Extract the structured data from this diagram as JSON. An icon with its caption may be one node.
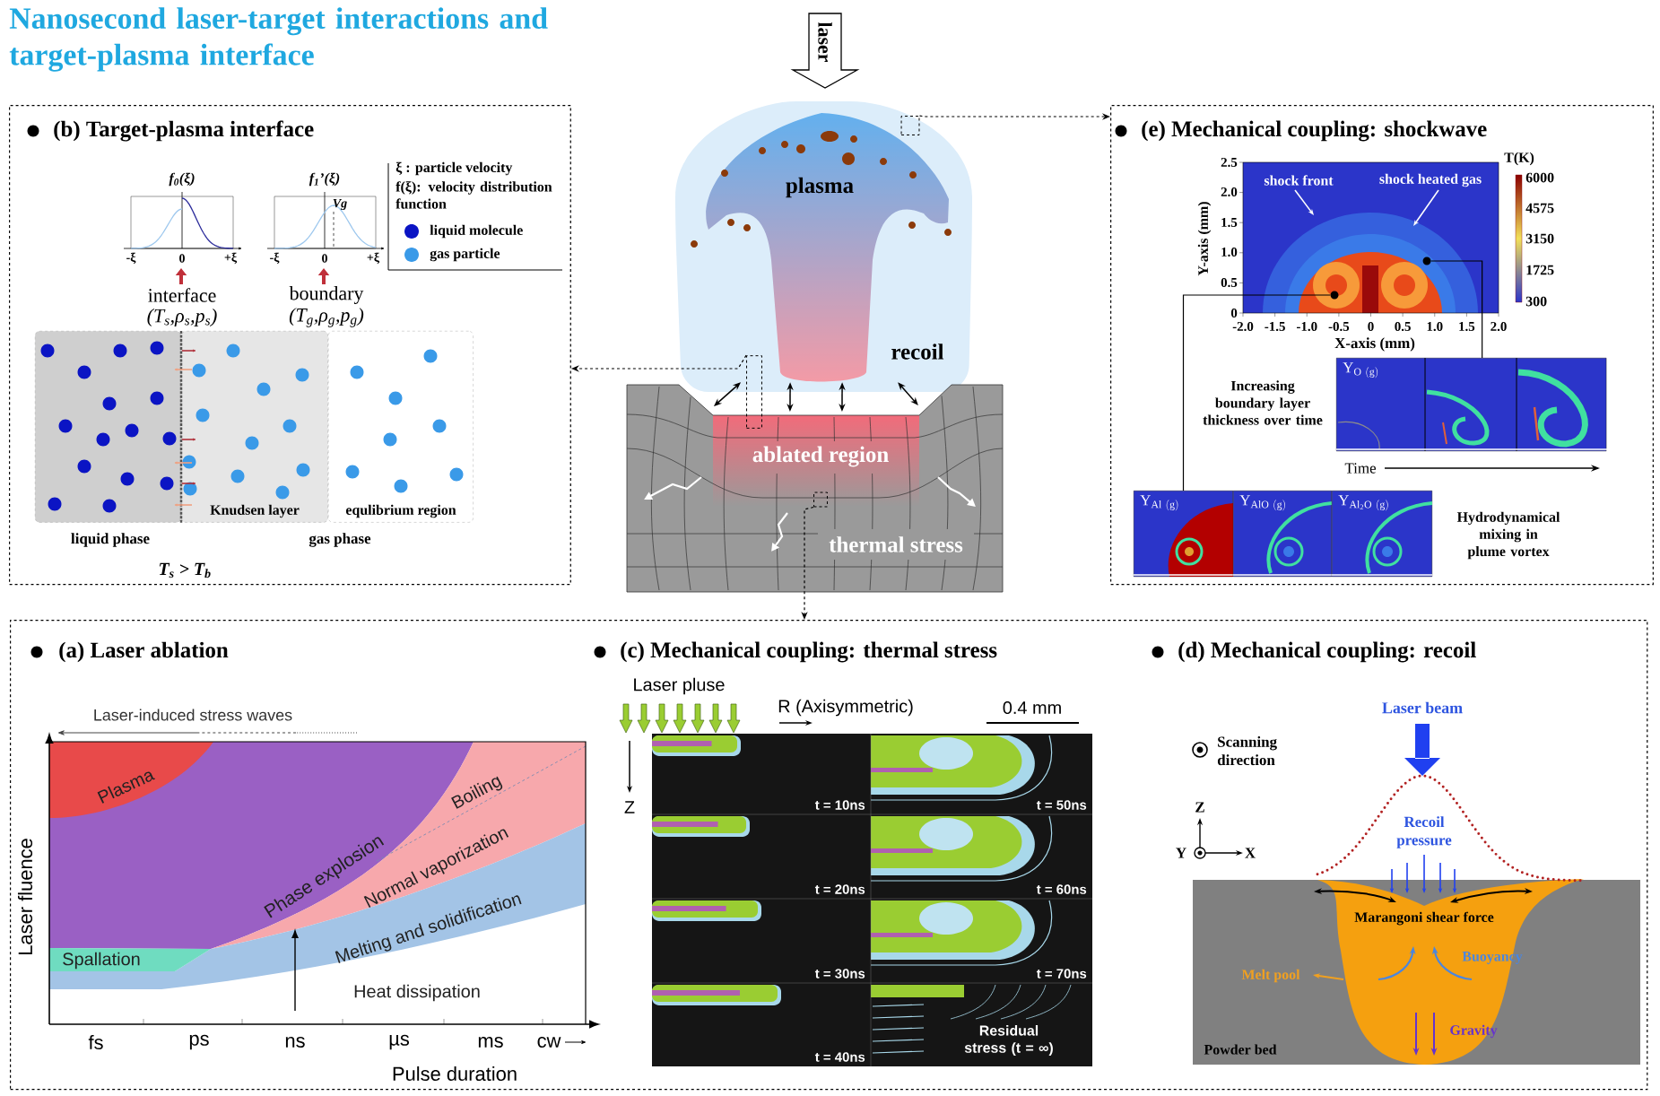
{
  "diagram": {
    "title": "Nanosecond laser-target interactions and target-plasma interface",
    "nodes": [
      {
        "text": [
          "laser"
        ]
      },
      {
        "text": [
          "(b) Target-plasma interface"
        ]
      },
      {
        "text": [
          "liquid phase"
        ],
        "in": 1
      },
      {
        "text": [
          "Knudsen layer"
        ],
        "in": 1
      },
      {
        "text": [
          "equlibrium region"
        ],
        "in": 1
      },
      {
        "text": [
          "recoil"
        ]
      },
      {
        "text": [
          "plasma"
        ],
        "in": 5
      },
      {
        "text": [],
        "shape": "box",
        "in": 5
      },
      {
        "text": [
          "ablated region",
          "thermal stress"
        ]
      },
      {
        "text": [],
        "shape": "box"
      },
      {
        "text": [],
        "shape": "box",
        "in": 8
      },
      {
        "text": [
          "(e) Mechanical coupling: shockwave"
        ]
      },
      {
        "text": [],
        "shape": "circle",
        "in": 11
      },
      {
        "text": [],
        "shape": "circle",
        "in": 11
      },
      {
        "text": [
          "\\mathrm{Y}_{\\mathrm{O\\ (g)}}"
        ],
        "in": 11
      },
      {
        "text": [
          "\\mathrm{Y}_{\\mathrm{Al\\ (g)}}"
        ],
        "in": 11
      },
      {
        "text": [
          "\\mathrm{Y}_{\\mathrm{AlO\\ (g)}}"
        ],
        "in": 11
      },
      {
        "text": [
          "\\mathrm{Y}_{\\mathrm{Al_2O\\ (g)}}"
        ],
        "in": 11
      },
      {
        "text": [
          "(a) Laser ablation",
          "(c) Mechanical coupling: thermal stress",
          "(d) Mechanical coupling: recoil"
        ]
      }
    ],
    "edges": [
      {
        "from": 7,
        "to": 11,
        "arrow": "to",
        "style": "dashed"
      },
      {
        "from": 9,
        "to": 1,
        "arrow": "to",
        "style": "dashed"
      },
      {
        "from": 10,
        "to": 18,
        "arrow": "to",
        "style": "dashed"
      },
      {
        "from": 5,
        "to": 8,
        "arrow": "both"
      },
      {
        "from": 5,
        "to": 8,
        "arrow": "both"
      },
      {
        "from": 5,
        "to": 8,
        "arrow": "both"
      },
      {
        "from": 5,
        "to": 8,
        "arrow": "both"
      },
      {
        "from": 12,
        "to": 14,
        "arrow": "none"
      },
      {
        "from": 13,
        "to": 15,
        "arrow": "none"
      },
      {
        "from": 2,
        "to": 3,
        "arrow": "to",
        "color": "#b0303a"
      },
      {
        "from": 2,
        "to": 3,
        "arrow": "to",
        "color": "#b0303a"
      },
      {
        "from": 2,
        "to": 3,
        "arrow": "to",
        "color": "#b0303a"
      },
      {
        "from": 3,
        "to": 2,
        "arrow": "to",
        "color": "#f0a080"
      },
      {
        "from": 3,
        "to": 2,
        "arrow": "to",
        "color": "#f0a080"
      },
      {
        "from": 3,
        "to": 2,
        "arrow": "to",
        "color": "#f0a080"
      }
    ],
    "labels": [
      "f$_{0}$(ξ)",
      "f$_{1}$’(ξ)",
      "ξ : particle velocity",
      "f(ξ): velocity distribution function",
      "-ξ",
      "0",
      "+ξ",
      "Vg",
      "-ξ",
      "0",
      "+ξ",
      "interface",
      "(T$_{s}$,ρ$_{s}$,p$_{s}$)",
      "boundary",
      "(T$_{g}$,ρ$_{g}$,p$_{g}$)",
      "gas phase",
      "T$_{s}$ > T$_{b}$",
      "2.5",
      "2.0",
      "1.5",
      "1.0",
      "0.5",
      "0",
      "-2.0",
      "-1.5",
      "-1.0",
      "-0.5",
      "0",
      "0.5",
      "1.0",
      "1.5",
      "2.0",
      "Y-axis (mm)",
      "X-axis (mm)",
      "shock front",
      "shock heated gas",
      "T(K)",
      "6000",
      "4575",
      "3150",
      "1725",
      "300",
      "Increasing boundary layer thickness over time",
      "Time",
      "Hydrodynamical mixing in plume vortex",
      "Laser-induced stress waves",
      "Plasma",
      "Boiling",
      "Phase explosion",
      "Normal vaporization",
      "Spallation",
      "Melting and solidification",
      "Heat dissipation",
      "Laser fluence",
      "fs",
      "ps",
      "ns",
      "µs",
      "ms",
      "cw",
      "Pulse duration",
      "Laser pluse",
      "R (Axisymmetric)",
      "0.4 mm",
      "Z",
      "t = 10ns",
      "t = 50ns",
      "t = 20ns",
      "t = 60ns",
      "t = 30ns",
      "t = 70ns",
      "t = 40ns",
      "Residual stress (t = ∞)",
      "Scanning direction",
      "Laser beam",
      "Z",
      "Y",
      "X",
      "Recoil pressure",
      "Marangoni shear force",
      "Melt pool",
      "Buoyancy",
      "Gravity",
      "Powder bed"
    ],
    "legend": [
      {
        "text": "liquid molecule",
        "color": "#0b14c4"
      },
      {
        "text": "gas particle",
        "color": "#3a9ae8"
      }
    ]
  }
}
